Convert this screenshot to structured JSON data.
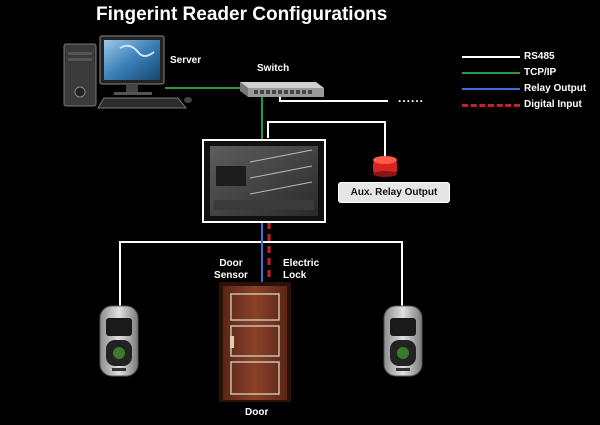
{
  "title": "Fingerint Reader Configurations",
  "labels": {
    "server": "Server",
    "switch": "Switch",
    "aux_relay_output": "Aux. Relay Output",
    "door_sensor": "Door Sensor",
    "electric_lock": "Electric Lock",
    "door": "Door",
    "ellipsis": "......"
  },
  "legend": [
    {
      "label": "RS485",
      "color": "#ffffff",
      "style": "solid"
    },
    {
      "label": "TCP/IP",
      "color": "#2a9a3a",
      "style": "solid"
    },
    {
      "label": "Relay Output",
      "color": "#3a6fd8",
      "style": "solid"
    },
    {
      "label": "Digital Input",
      "color": "#c8202a",
      "style": "dashed"
    }
  ],
  "colors": {
    "background": "#000000",
    "rs485": "#ffffff",
    "tcpip": "#2a9a3a",
    "relay": "#3a6fd8",
    "digital_input": "#c8202a",
    "door_wood": "#7a3a22",
    "alarm_red": "#d42424"
  }
}
